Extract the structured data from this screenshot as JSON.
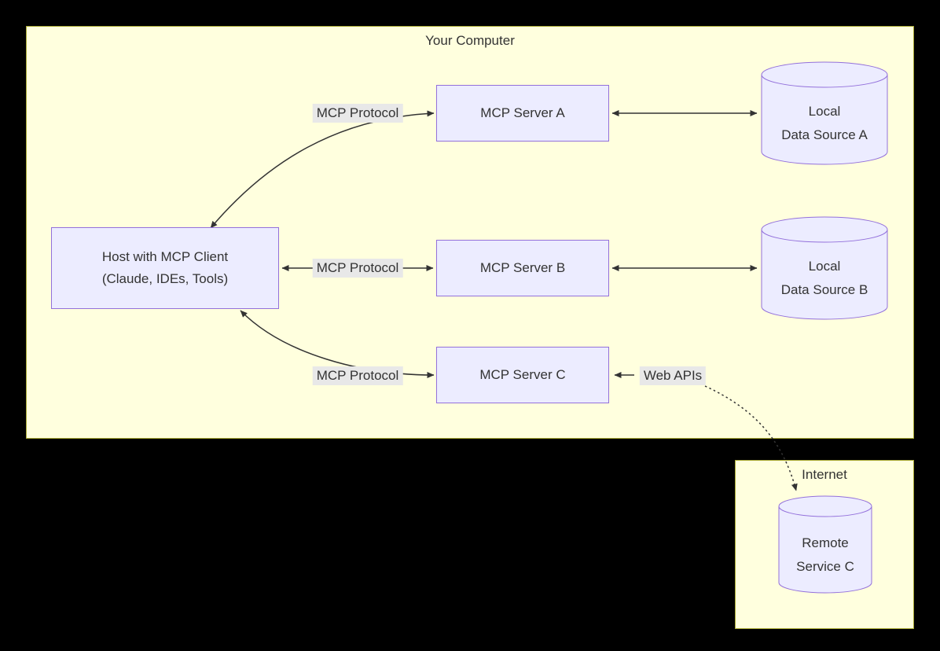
{
  "title": {
    "your_computer": "Your Computer",
    "internet": "Internet"
  },
  "nodes": {
    "host": {
      "line1": "Host with MCP Client",
      "line2": "(Claude, IDEs, Tools)"
    },
    "server_a": {
      "label": "MCP Server A"
    },
    "server_b": {
      "label": "MCP Server B"
    },
    "server_c": {
      "label": "MCP Server C"
    },
    "data_source_a": {
      "line1": "Local",
      "line2": "Data Source A"
    },
    "data_source_b": {
      "line1": "Local",
      "line2": "Data Source B"
    },
    "remote_service_c": {
      "line1": "Remote",
      "line2": "Service C"
    }
  },
  "edge_labels": {
    "host_server_a": "MCP Protocol",
    "host_server_b": "MCP Protocol",
    "host_server_c": "MCP Protocol",
    "server_c_remote": "Web APIs"
  },
  "colors": {
    "canvas_bg": "#000000",
    "cluster_fill": "#ffffde",
    "cluster_border": "#aaaa33",
    "node_fill": "#ececff",
    "node_border": "#9370db",
    "edge_label_bg": "#e8e8e8",
    "line": "#333333",
    "text": "#333333"
  }
}
